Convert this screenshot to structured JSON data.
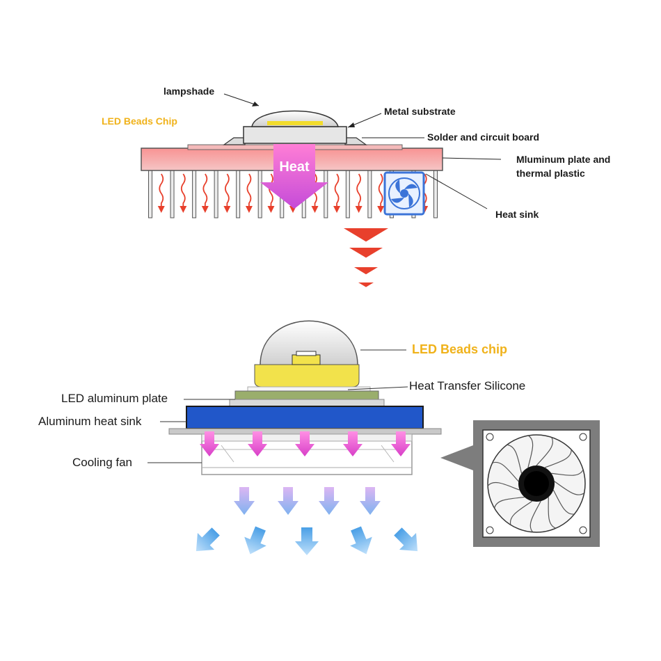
{
  "top": {
    "labels": {
      "lampshade": "lampshade",
      "led_beads_chip": "LED Beads Chip",
      "metal_substrate": "Metal substrate",
      "solder_circuit": "Solder and circuit board",
      "aluminum_plate_line1": "Mluminum plate and",
      "aluminum_plate_line2": "thermal plastic",
      "heat_sink": "Heat sink",
      "heat": "Heat"
    },
    "fin_count": 14,
    "heat_triangle_count": 4
  },
  "bottom": {
    "labels": {
      "led_beads_chip": "LED Beads chip",
      "heat_transfer_silicone": "Heat Transfer Silicone",
      "led_aluminum_plate": "LED aluminum plate",
      "aluminum_heat_sink": "Aluminum heat sink",
      "cooling_fan": "Cooling fan"
    },
    "heat_arrow_count": 5,
    "air_arrow_count_row1": 4,
    "air_arrow_count_row2": 5
  },
  "colors": {
    "label_text": "#1a1a1a",
    "yellow_label": "#f0b21a",
    "plate_red": "#f17b7b",
    "heat_arrow_pink": "#e43cc8",
    "heat_triangle_red": "#e8402c",
    "heat_sink_blue": "#2157c9",
    "led_yellow": "#f2e24b",
    "silicone_green": "#9aae6c",
    "air_blue": "#5fa8ea",
    "fan_frame_grey": "#7d7d7d"
  }
}
